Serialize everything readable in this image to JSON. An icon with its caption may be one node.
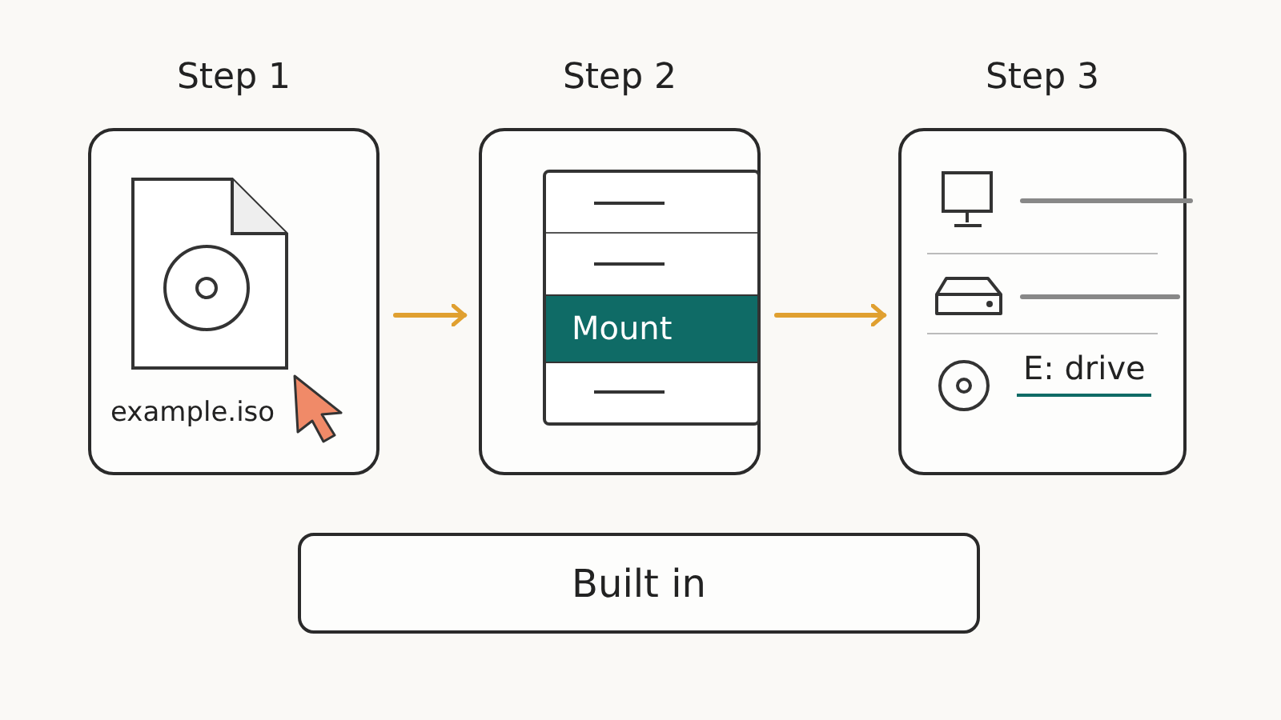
{
  "diagram": {
    "nodes": [
      {
        "text": [
          "Step 1",
          "example.iso"
        ]
      },
      {
        "text": [
          "Step 2"
        ]
      },
      {
        "text": [
          "Mount"
        ],
        "in": 1
      },
      {
        "text": [
          "Step 3",
          "E: drive"
        ]
      },
      {
        "text": [
          "Built in"
        ]
      }
    ],
    "edges": [
      {
        "from": 0,
        "to": 1,
        "arrow": "to"
      },
      {
        "from": 1,
        "to": 3,
        "arrow": "to"
      }
    ]
  }
}
